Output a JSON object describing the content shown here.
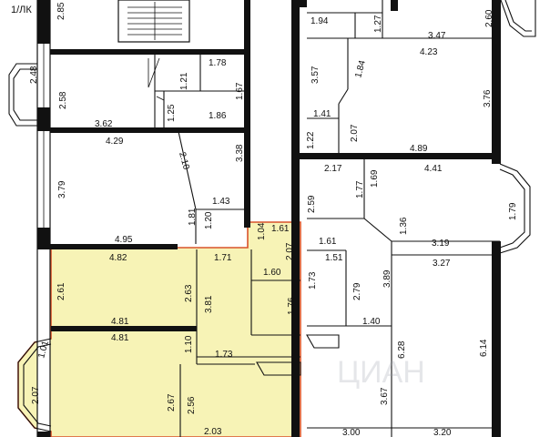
{
  "colors": {
    "apartment_fill": "#f7f3b6",
    "apartment_outline": "#d9532b",
    "wall": "#111111",
    "background": "#ffffff"
  },
  "labels": {
    "corner_tag": "1/ЛК",
    "watermark": "ЦИАН"
  },
  "dimensions": {
    "top_left": [
      "2.85",
      "2.48",
      "2.58",
      "3.62",
      "4.29",
      "3.79",
      "4.95"
    ],
    "top_middle": [
      "1.78",
      "1.21",
      "1.67",
      "1.25",
      "1.86",
      "3.38",
      "2.10",
      "1.43",
      "1.81",
      "1.20"
    ],
    "corridor": [
      "1.04",
      "1.61",
      "2.07",
      "2.59",
      "1.61"
    ],
    "top_right": [
      "1.94",
      "1.27",
      "3.47",
      "2.60",
      "3.57",
      "1.84",
      "4.23",
      "3.76",
      "1.41",
      "1.22",
      "2.07",
      "4.89",
      "2.17",
      "4.41",
      "1.77",
      "1.69",
      "1.79",
      "1.36",
      "3.19"
    ],
    "selected_apartment": [
      "4.82",
      "1.71",
      "2.61",
      "2.63",
      "1.60",
      "3.81",
      "1.76",
      "4.81",
      "4.81",
      "1.10",
      "1.01",
      "1.73",
      "2.07",
      "2.67",
      "2.56",
      "2.03"
    ],
    "bottom_right": [
      "1.73",
      "1.51",
      "2.79",
      "3.89",
      "1.40",
      "3.27",
      "6.28",
      "6.14",
      "3.67",
      "3.00",
      "3.20"
    ]
  }
}
